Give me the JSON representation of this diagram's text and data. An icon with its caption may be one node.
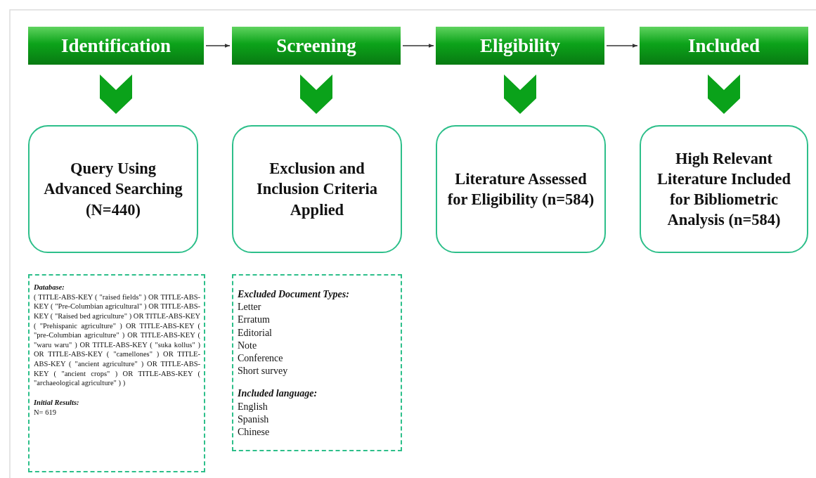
{
  "diagram": {
    "nodes": [
      {
        "text": [
          "Identification"
        ]
      },
      {
        "text": [
          "Screening"
        ]
      },
      {
        "text": [
          "Eligibility"
        ]
      },
      {
        "text": [
          "Included"
        ]
      },
      {
        "text": [
          "Query Using Advanced Searching (N=440)"
        ]
      },
      {
        "text": [
          "Exclusion and Inclusion Criteria Applied"
        ]
      },
      {
        "text": [
          "Literature Assessed for Eligibility (n=584)"
        ]
      },
      {
        "text": [
          "High Relevant Literature Included for Bibliometric Analysis (n=584)"
        ]
      },
      {
        "text": [
          "Database:",
          "( TITLE-ABS-KEY ( \"raised fields\" ) OR TITLE-ABS-KEY ( \"Pre-Columbian agricultural\" ) OR TITLE-ABS-KEY ( \"Raised bed agriculture\" ) OR TITLE-ABS-KEY ( \"Prehispanic agriculture\" ) OR TITLE-ABS-KEY ( \"pre-Columbian agriculture\" ) OR TITLE-ABS-KEY ( \"waru waru\" ) OR TITLE-ABS-KEY ( \"suka kollus\" ) OR TITLE-ABS-KEY ( \"camellones\" ) OR TITLE-ABS-KEY ( \"ancient agriculture\" ) OR TITLE-ABS-KEY ( \"ancient crops\" ) OR TITLE-ABS-KEY ( \"archaeological agriculture\" ) )",
          "Initial Results:",
          "N= 619"
        ]
      },
      {
        "text": [
          "Excluded Document Types:",
          "Letter",
          "Erratum",
          "Editorial",
          "Note",
          "Conference",
          "Short survey",
          "Included language:",
          "English",
          "Spanish",
          "Chinese"
        ]
      }
    ],
    "edges": [
      {
        "from": 0,
        "to": 1,
        "arrow": "to"
      },
      {
        "from": 1,
        "to": 2,
        "arrow": "to"
      },
      {
        "from": 2,
        "to": 3,
        "arrow": "to"
      },
      {
        "from": 0,
        "to": 4,
        "arrow": "to",
        "style": "thick"
      },
      {
        "from": 1,
        "to": 5,
        "arrow": "to",
        "style": "thick"
      },
      {
        "from": 2,
        "to": 6,
        "arrow": "to",
        "style": "thick"
      },
      {
        "from": 3,
        "to": 7,
        "arrow": "to",
        "style": "thick"
      }
    ]
  }
}
